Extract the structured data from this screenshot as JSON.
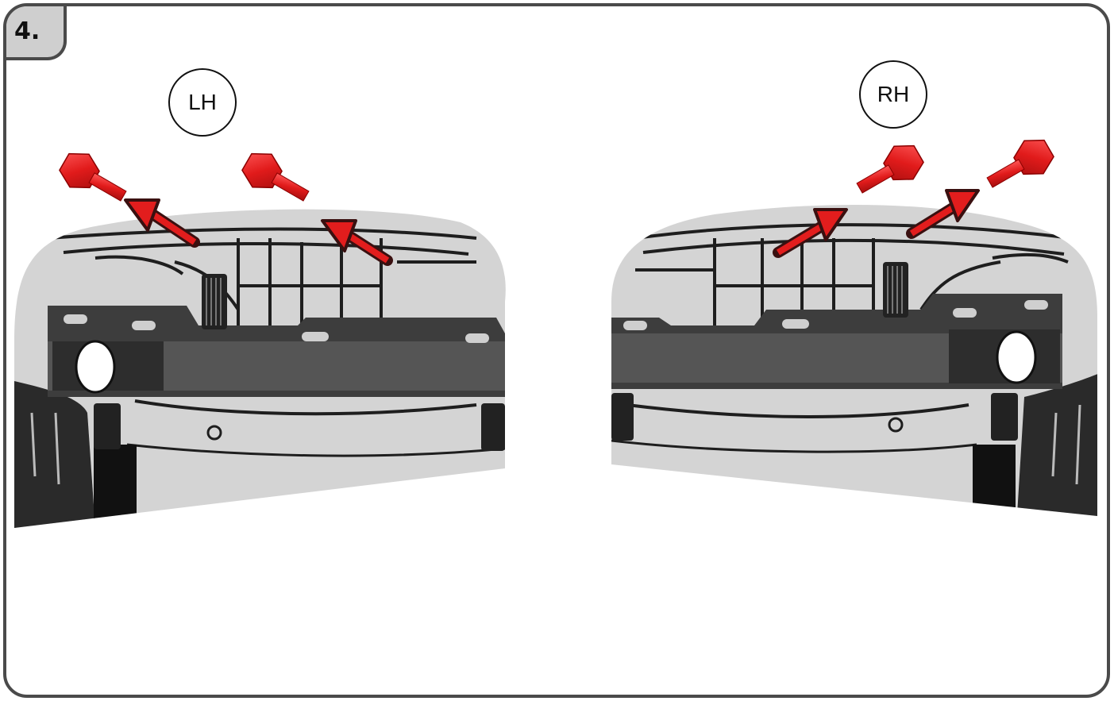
{
  "step": {
    "number_label": "4."
  },
  "views": {
    "left": {
      "label": "LH"
    },
    "right": {
      "label": "RH"
    }
  },
  "colors": {
    "frame_border": "#4a4a4a",
    "badge_fill": "#cfcfcf",
    "bolt_red": "#e11b1b",
    "arrow_red": "#e21d1d",
    "arrow_outline": "#3a1010",
    "bumper_grey": "#cfcfcf",
    "bracket_dark": "#3d3d3d"
  },
  "icons": {
    "bolt": "hex-bolt-icon",
    "arrow": "removal-arrow-icon"
  }
}
